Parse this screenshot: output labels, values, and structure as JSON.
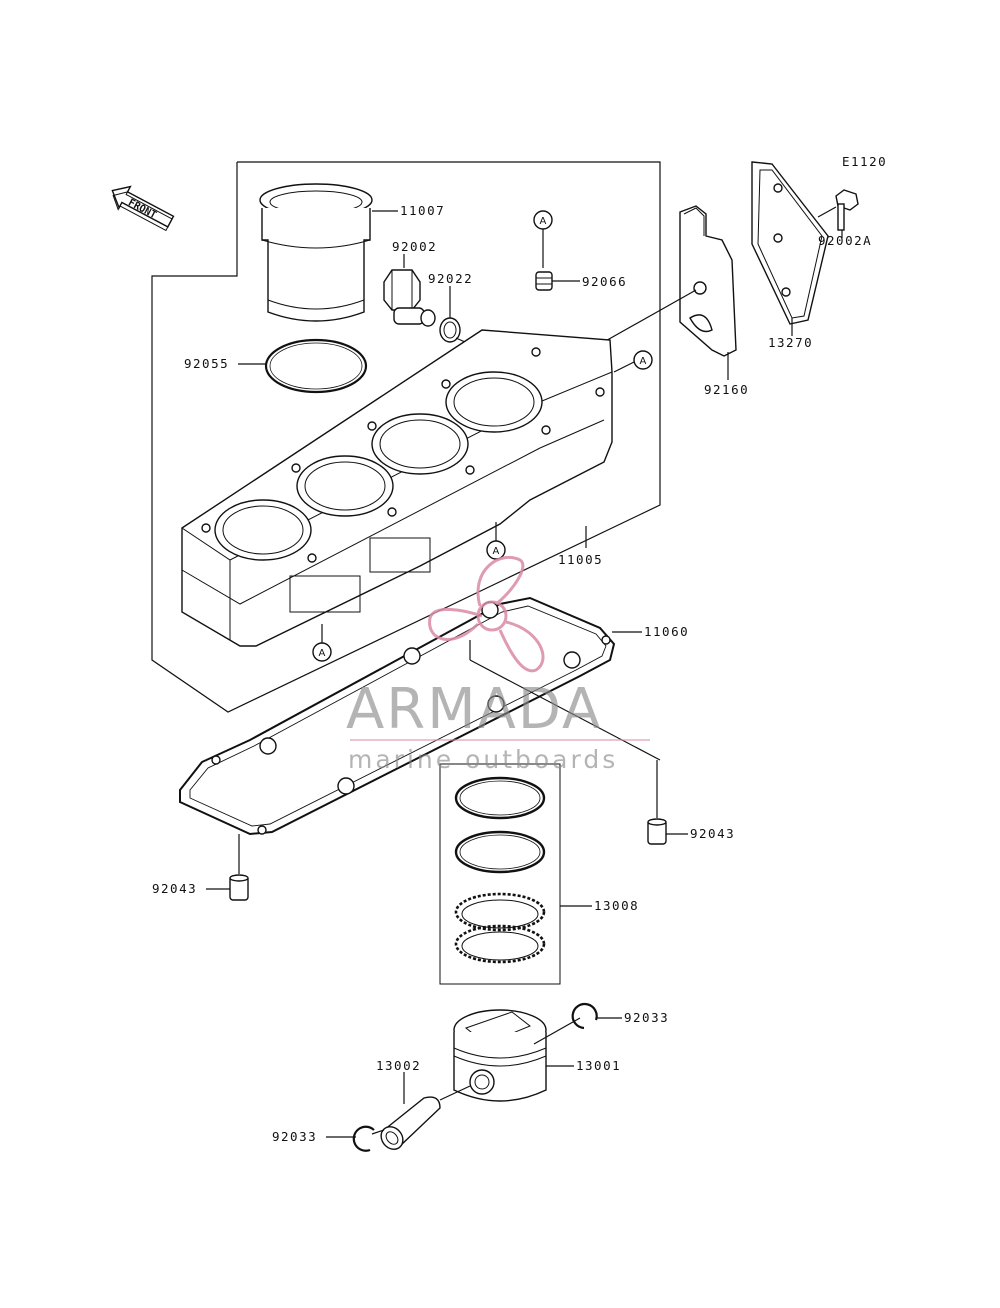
{
  "diagram_code": "E1120",
  "front_label": "FRONT",
  "ref_marker": "A",
  "parts": [
    {
      "id": "11007"
    },
    {
      "id": "92002"
    },
    {
      "id": "92022"
    },
    {
      "id": "92066"
    },
    {
      "id": "92055"
    },
    {
      "id": "92002A"
    },
    {
      "id": "13270"
    },
    {
      "id": "92160"
    },
    {
      "id": "11005"
    },
    {
      "id": "11060"
    },
    {
      "id": "92043"
    },
    {
      "id": "92043"
    },
    {
      "id": "13008"
    },
    {
      "id": "92033"
    },
    {
      "id": "13001"
    },
    {
      "id": "13002"
    },
    {
      "id": "92033"
    }
  ],
  "watermark": {
    "title": "ARMADA",
    "subtitle": "marine outboards",
    "accent_color": "#d98aa6"
  }
}
